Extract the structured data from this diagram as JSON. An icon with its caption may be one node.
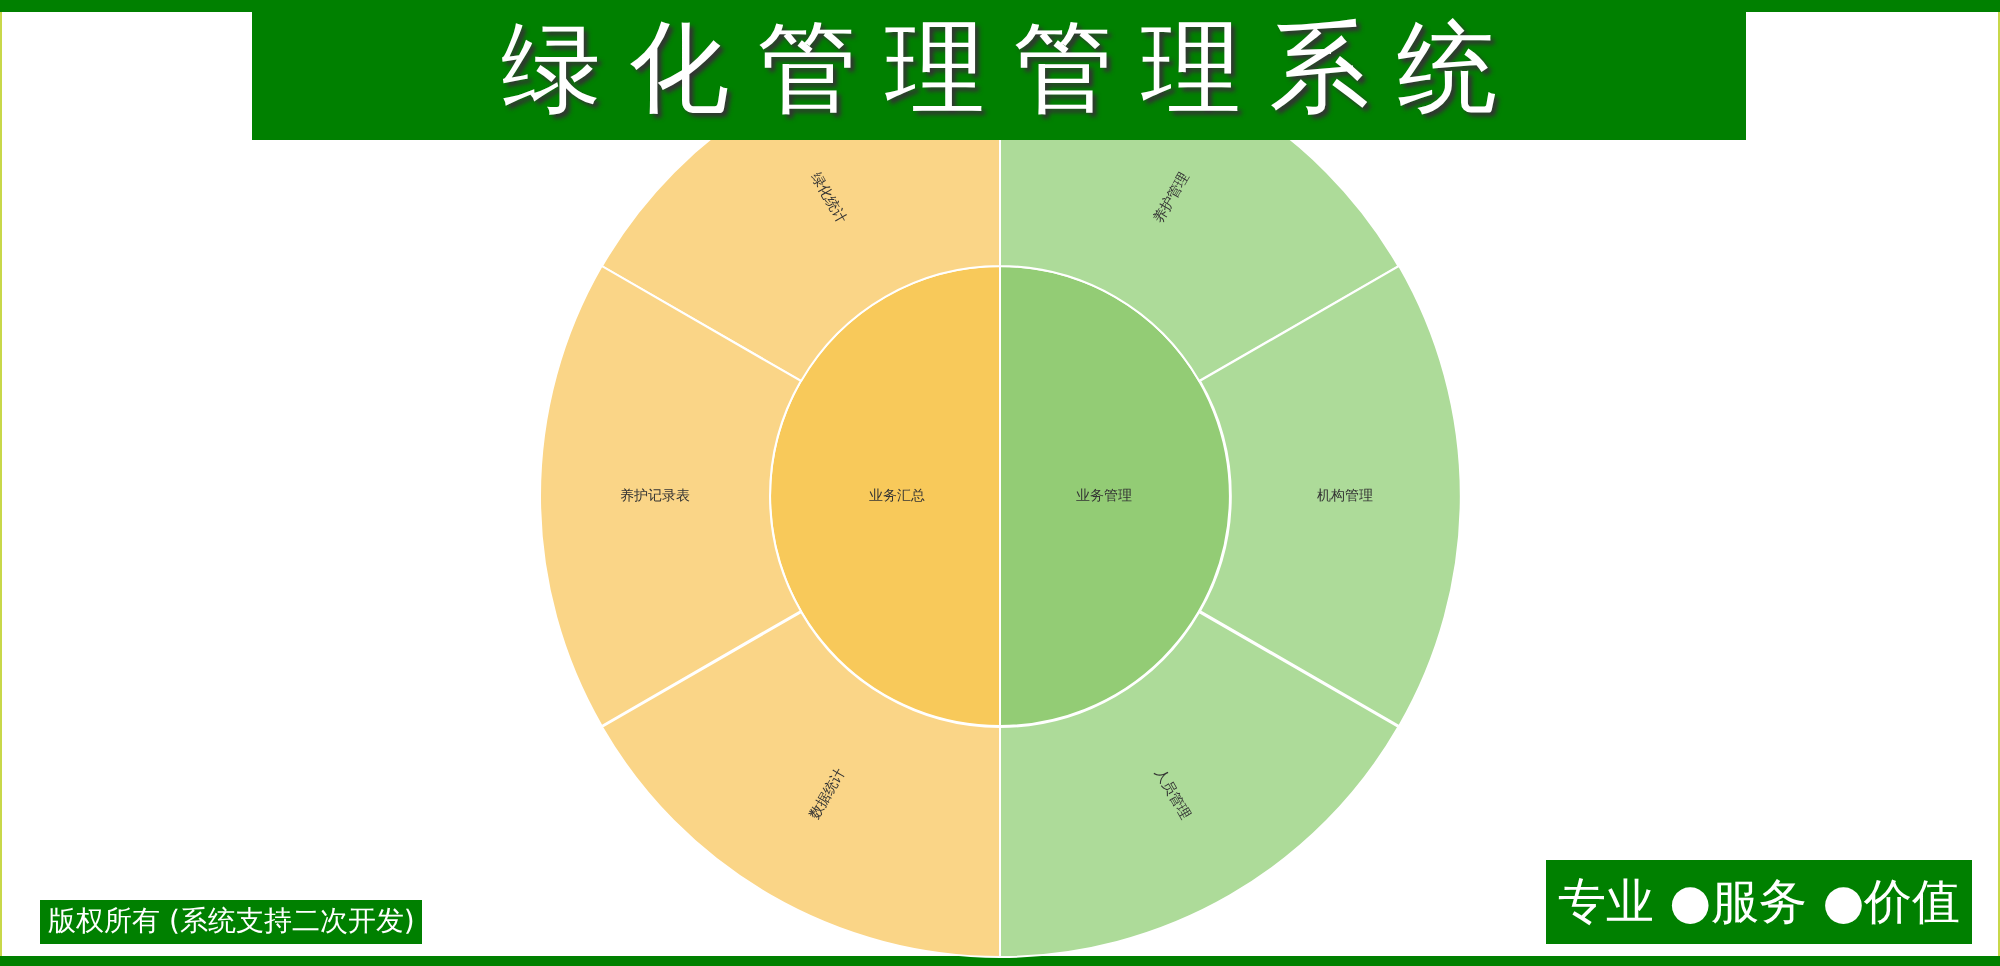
{
  "diagram": {
    "title": "绿化管理管理系统",
    "nodes": [
      {
        "text": [
          "业务汇总"
        ]
      },
      {
        "text": [
          "业务管理"
        ]
      },
      {
        "text": [
          "绿化统计"
        ]
      },
      {
        "text": [
          "养护记录表"
        ]
      },
      {
        "text": [
          "数据统计"
        ]
      },
      {
        "text": [
          "养护管理"
        ]
      },
      {
        "text": [
          "机构管理"
        ]
      },
      {
        "text": [
          "人员管理"
        ]
      }
    ],
    "labels": [
      "版权所有 (系统支持二次开发)",
      "专业 ●服务 ●价值"
    ]
  }
}
